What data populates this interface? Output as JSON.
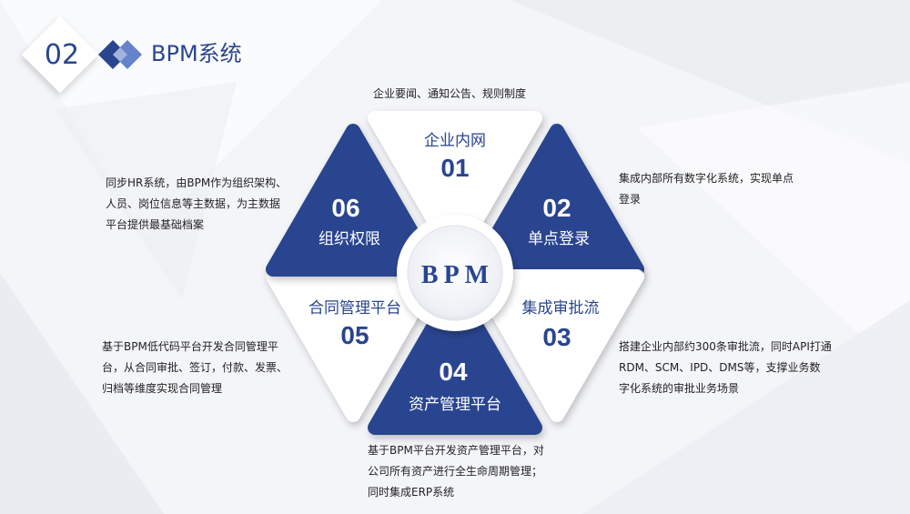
{
  "header": {
    "number": "02",
    "title": "BPM系统"
  },
  "center": {
    "label": "BPM"
  },
  "segments": [
    {
      "num": "01",
      "label": "企业内网"
    },
    {
      "num": "02",
      "label": "单点登录"
    },
    {
      "num": "03",
      "label": "集成审批流"
    },
    {
      "num": "04",
      "label": "资产管理平台"
    },
    {
      "num": "05",
      "label": "合同管理平台"
    },
    {
      "num": "06",
      "label": "组织权限"
    }
  ],
  "descriptions": {
    "d01": [
      "企业要闻、通知公告、规则制度"
    ],
    "d02": [
      "集成内部所有数字化系统，实现单点",
      "登录"
    ],
    "d03": [
      "搭建企业内部约300条审批流，同时API打通",
      "RDM、SCM、IPD、DMS等，支撑业务数",
      "字化系统的审批业务场景"
    ],
    "d04": [
      "基于BPM平台开发资产管理平台，对",
      "公司所有资产进行全生命周期管理；",
      "同时集成ERP系统"
    ],
    "d05": [
      "基于BPM低代码平台开发合同管理平",
      "台，从合同审批、签订，付款、发票、",
      "归档等维度实现合同管理"
    ],
    "d06": [
      "同步HR系统，由BPM作为组织架构、",
      "人员、岗位信息等主数据，为主数据",
      "平台提供最基础档案"
    ]
  },
  "colors": {
    "primary": "#29458f",
    "white_segment": "#ffffff",
    "background": "#f4f5f8",
    "text": "#222222"
  }
}
